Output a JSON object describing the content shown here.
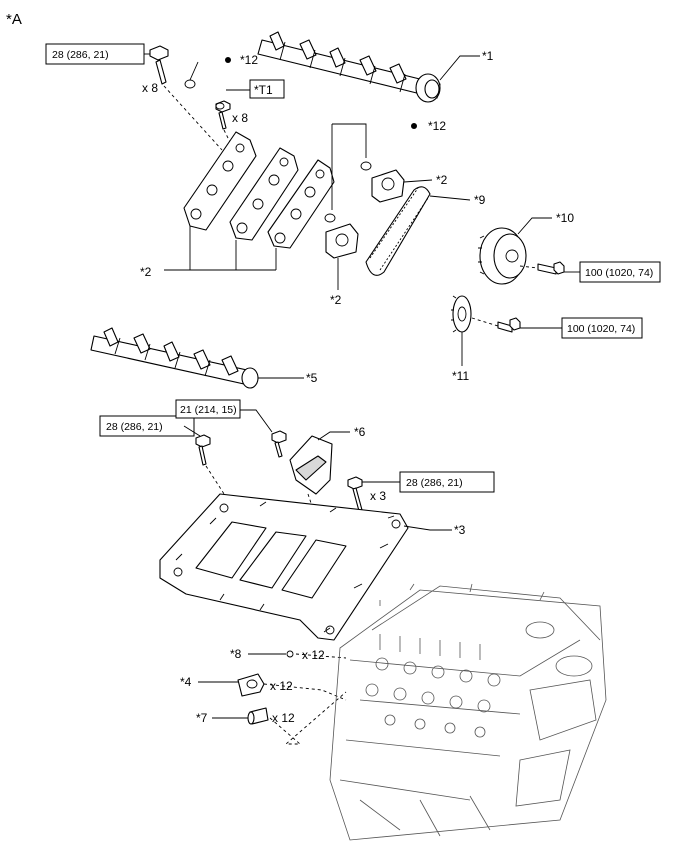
{
  "figure_label": "*A",
  "callouts": {
    "c1": "*1",
    "c2_left": "*2",
    "c2_top": "*2",
    "c2_bottom": "*2",
    "c3": "*3",
    "c4": "*4",
    "c5": "*5",
    "c6": "*6",
    "c7": "*7",
    "c8": "*8",
    "c9": "*9",
    "c10": "*10",
    "c11": "*11",
    "c12_top": "*12",
    "c12_mid": "*12"
  },
  "tool_label": "*T1",
  "torque": {
    "t_top_left": "28 (286, 21)",
    "t_vvt": "100 (1020, 74)",
    "t_sprocket": "100 (1020, 74)",
    "t_housing_left": "28 (286, 21)",
    "t_housing_mid": "21 (214, 15)",
    "t_housing_right": "28 (286, 21)"
  },
  "quantities": {
    "q_bolts_top": "x 8",
    "q_caps": "x 8",
    "q_housing": "x 3",
    "q_8": "x 12",
    "q_4": "x 12",
    "q_7": "x 12"
  },
  "colors": {
    "line": "#000000",
    "fill": "#ffffff",
    "shade": "#d8d8d8"
  }
}
